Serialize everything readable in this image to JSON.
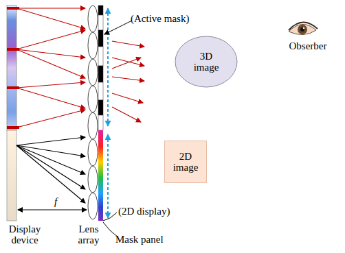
{
  "diagram": {
    "nodes": [
      {
        "text": [
          "3D image"
        ]
      },
      {
        "text": [
          "2D image"
        ]
      }
    ],
    "labels": [
      "(Active mask)",
      "(2D display)",
      "f",
      "Display device",
      "Lens array",
      "Mask panel",
      "Obserber"
    ]
  }
}
